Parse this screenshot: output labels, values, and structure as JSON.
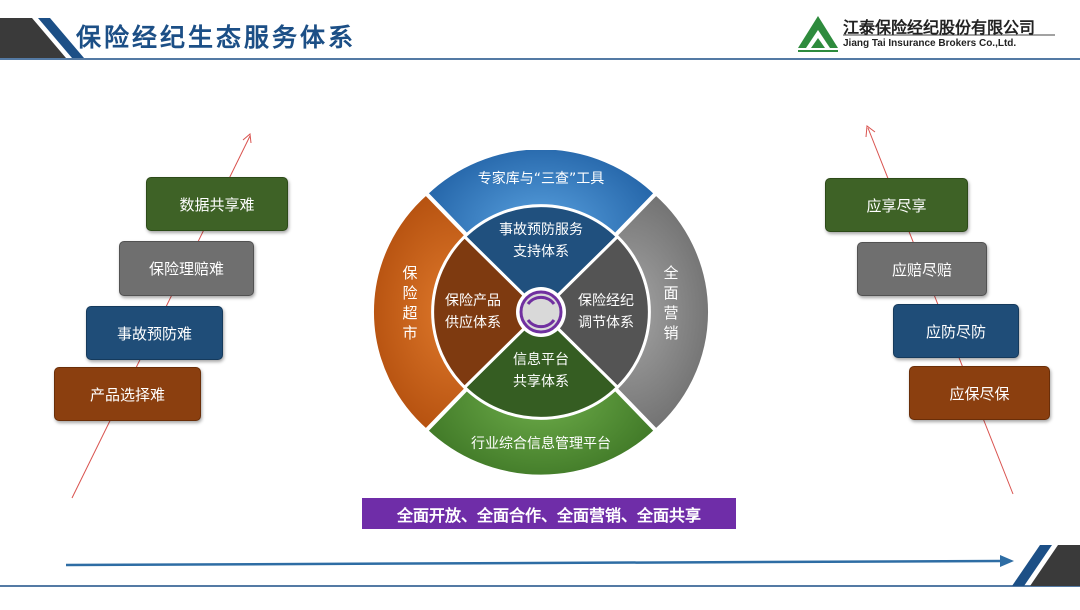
{
  "header": {
    "title": "保险经纪生态服务体系",
    "company_cn": "江泰保险经纪股份有限公司",
    "company_en": "Jiang Tai Insurance Brokers Co.,Ltd."
  },
  "left_steps": [
    {
      "label": "数据共享难",
      "color": "#3e6226"
    },
    {
      "label": "保险理赔难",
      "color": "#6f6f6f"
    },
    {
      "label": "事故预防难",
      "color": "#1f4d78"
    },
    {
      "label": "产品选择难",
      "color": "#8b3f0f"
    }
  ],
  "right_steps": [
    {
      "label": "应享尽享",
      "color": "#3e6226"
    },
    {
      "label": "应赔尽赔",
      "color": "#6f6f6f"
    },
    {
      "label": "应防尽防",
      "color": "#1f4d78"
    },
    {
      "label": "应保尽保",
      "color": "#8b3f0f"
    }
  ],
  "wheel": {
    "outer": {
      "top": "专家库与“三查”工具",
      "bottom": "行业综合信息管理平台",
      "left": [
        "保",
        "险",
        "超",
        "市"
      ],
      "right": [
        "全",
        "面",
        "营",
        "销"
      ]
    },
    "inner": {
      "top": [
        "事故预防服务",
        "支持体系"
      ],
      "left": [
        "保险产品",
        "供应体系"
      ],
      "right": [
        "保险经纪",
        "调节体系"
      ],
      "bottom": [
        "信息平台",
        "共享体系"
      ]
    },
    "colors": {
      "top": "#2e75b6",
      "right": "#7f7f7f",
      "bottom": "#4d8b31",
      "left": "#c55a11"
    }
  },
  "banner": "全面开放、全面合作、全面营销、全面共享"
}
